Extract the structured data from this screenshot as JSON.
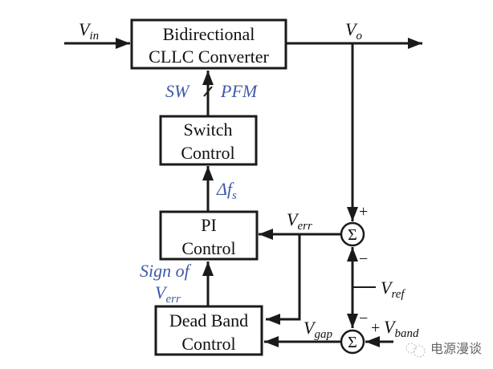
{
  "diagram": {
    "title": "Bidirectional CLLC converter dead-band PI control loop",
    "blocks": {
      "converter": {
        "line1": "Bidirectional",
        "line2": "CLLC Converter"
      },
      "switch_control": {
        "line1": "Switch",
        "line2": "Control"
      },
      "pi_control": {
        "line1": "PI",
        "line2": "Control"
      },
      "dead_band": {
        "line1": "Dead Band",
        "line2": "Control"
      }
    },
    "signals": {
      "vin": {
        "main": "V",
        "sub": "in"
      },
      "vo": {
        "main": "V",
        "sub": "o"
      },
      "sw": "SW",
      "pfm": "PFM",
      "delta_fs": {
        "main": "Δf",
        "sub": "s"
      },
      "verr": {
        "main": "V",
        "sub": "err"
      },
      "sign_of": "Sign of",
      "sign_verr": {
        "main": "V",
        "sub": "err"
      },
      "vref": {
        "main": "V",
        "sub": "ref"
      },
      "vgap": {
        "main": "V",
        "sub": "gap"
      },
      "vband": {
        "main": "V",
        "sub": "band"
      }
    },
    "summing_junctions": {
      "top": {
        "symbol": "Σ",
        "plus": "+",
        "minus": "−"
      },
      "bottom": {
        "symbol": "Σ",
        "plus": "+",
        "minus": "−"
      }
    },
    "watermark": "电源漫谈",
    "colors": {
      "annotation": "#3f5aa8",
      "line": "#1a1a1a"
    }
  }
}
